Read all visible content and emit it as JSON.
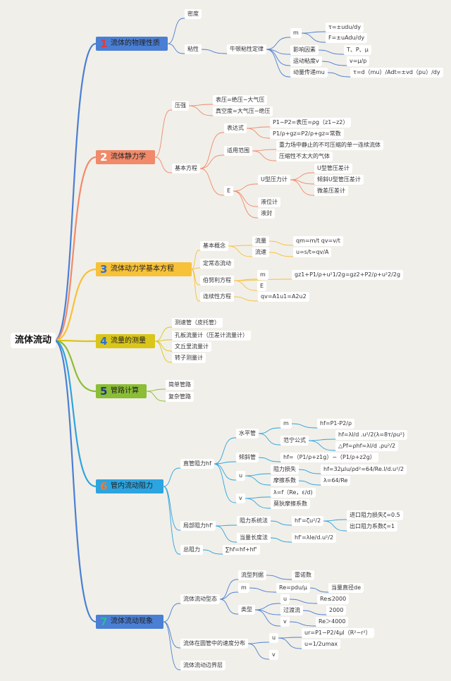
{
  "root": "流体流动",
  "branches": [
    {
      "num": "1",
      "label": "流体的物理性质",
      "color": "#4a7fd4",
      "numColor": "#e23b3b"
    },
    {
      "num": "2",
      "label": "流体静力学",
      "color": "#f08a6b",
      "numColor": "#ffffff"
    },
    {
      "num": "3",
      "label": "流体动力学基本方程",
      "color": "#f7c139",
      "numColor": "#2e6fd8"
    },
    {
      "num": "4",
      "label": "流量的测量",
      "color": "#d9c619",
      "numColor": "#2e6fd8"
    },
    {
      "num": "5",
      "label": "管路计算",
      "color": "#8bbd36",
      "numColor": "#1a3d7a"
    },
    {
      "num": "6",
      "label": "管内流动阻力",
      "color": "#2ca4e0",
      "numColor": "#f07a30"
    },
    {
      "num": "7",
      "label": "流体流动现象",
      "color": "#4a7fd4",
      "numColor": "#2fb8a0"
    }
  ],
  "nodes": [
    "密度",
    "粘性",
    "牛顿粘性定律",
    "m",
    "τ=±udu/dy",
    "F=±uAdu/dy",
    "影响因素",
    "T、P、μ",
    "运动粘度v",
    "v=μ/p",
    "动量传递mu",
    "τ=d（mu）/Adt=±vd（pu）/dy",
    "压强",
    "表压=绝压−大气压",
    "真空度=大气压−绝压",
    "基本方程",
    "表达式",
    "P1−P2=表压=ρg（z1−z2）",
    "P1/ρ+gz=P2/ρ+gz=常数",
    "适用范围",
    "重力场中静止的不可压缩的单一连续流体",
    "压缩性不太大的气体",
    "E",
    "U型压力计",
    "U型管压差计",
    "倾斜U型管压差计",
    "微差压差计",
    "液位计",
    "液封",
    "基本概念",
    "流量",
    "qm=m/t qv=v/t",
    "流速",
    "u=s/t=qv/A",
    "定常态流动",
    "伯努利方程",
    "m",
    "E",
    "gz1+P1/ρ+u²1/2g=gz2+P2/ρ+u²2/2g",
    "连续性方程",
    "qv=A1u1=A2u2",
    "测速管（皮托管）",
    "孔板流量计（压差计流量计）",
    "文丘里流量计",
    "转子测量计",
    "简单管路",
    "复杂管路",
    "直管阻力hf",
    "水平管",
    "m",
    "hf=P1-P2/ρ",
    "范宁公式",
    "hf=λl/d .u²/2(λ=8τ/ρu²)",
    "△Pf=ρhf=λl/d .ρu²/2",
    "倾斜管",
    "hf=（P1/ρ+z1g）−（P1/ρ+z2g）",
    "u",
    "阻力损失",
    "hf=32μlu/ρd²=64/Re.l/d.u²/2",
    "摩擦系数",
    "λ=64/Re",
    "v",
    "λ=f（Re，ε/d)",
    "莫狄摩擦系数",
    "局部阻力hf'",
    "阻力系统法",
    "hf'=ζu²/2",
    "进口阻力损失ζ=0.5",
    "出口阻力系数ζ=1",
    "当量长度法",
    "hf'=λle/d.u²/2",
    "总阻力",
    "∑hf=hf+hf'",
    "流体流动型态",
    "流型判据",
    "雷诺数",
    "m",
    "Re=pdu/μ",
    "当量直径de",
    "类型",
    "u",
    "Re≤2000",
    "过渡流",
    "2000",
    "v",
    "Re＞4000",
    "流体在圆管中的速度分布",
    "u",
    "ur=P1−P2/4μl（R²−r²）",
    "u=1/2umax",
    "v",
    "流体流动边界层"
  ]
}
